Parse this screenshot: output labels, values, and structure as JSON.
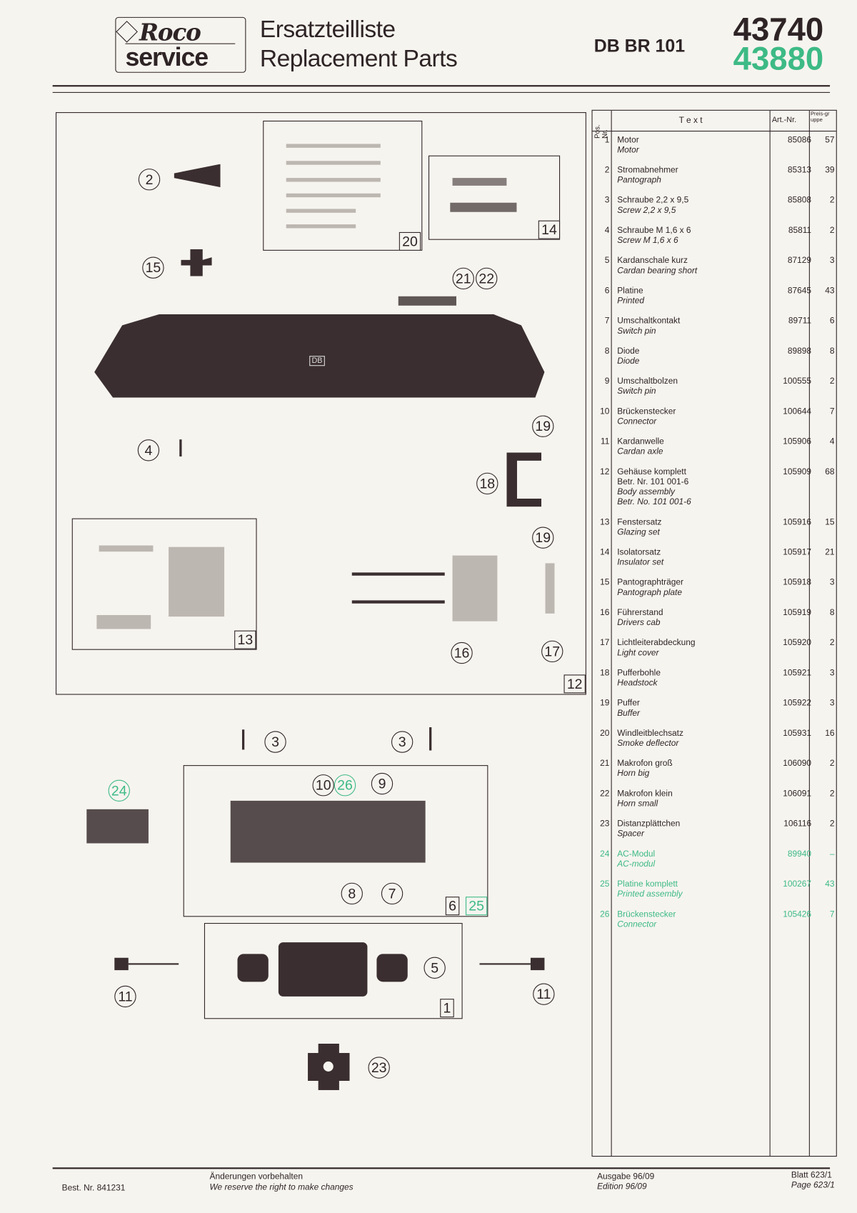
{
  "header": {
    "logo_top": "Roco",
    "logo_bottom": "service",
    "title_de": "Ersatzteilliste",
    "title_en": "Replacement Parts",
    "model": "DB BR 101",
    "article_1": "43740",
    "article_2": "43880"
  },
  "diagram": {
    "box_labels": {
      "b12": "12",
      "b20": "20",
      "b14": "14",
      "b13": "13",
      "b6": "6",
      "b25": "25",
      "b1": "1"
    },
    "callouts": [
      "2",
      "15",
      "21",
      "22",
      "4",
      "19",
      "18",
      "19",
      "16",
      "17",
      "3",
      "3",
      "24",
      "10",
      "26",
      "9",
      "8",
      "7",
      "5",
      "11",
      "11",
      "23"
    ],
    "loco_badge": "DB"
  },
  "table": {
    "headers": {
      "pos": "Pos. Nr.",
      "text": "T e x t",
      "art": "Art.-Nr.",
      "price": "Preis-gruppe"
    },
    "rows": [
      {
        "pos": "1",
        "de": [
          "Motor"
        ],
        "en": [
          "Motor"
        ],
        "art": "85086",
        "price": "57"
      },
      {
        "pos": "2",
        "de": [
          "Stromabnehmer"
        ],
        "en": [
          "Pantograph"
        ],
        "art": "85313",
        "price": "39"
      },
      {
        "pos": "3",
        "de": [
          "Schraube 2,2 x 9,5"
        ],
        "en": [
          "Screw 2,2 x 9,5"
        ],
        "art": "85808",
        "price": "2"
      },
      {
        "pos": "4",
        "de": [
          "Schraube M 1,6 x 6"
        ],
        "en": [
          "Screw M 1,6 x 6"
        ],
        "art": "85811",
        "price": "2"
      },
      {
        "pos": "5",
        "de": [
          "Kardanschale kurz"
        ],
        "en": [
          "Cardan bearing short"
        ],
        "art": "87129",
        "price": "3"
      },
      {
        "pos": "6",
        "de": [
          "Platine"
        ],
        "en": [
          "Printed"
        ],
        "art": "87645",
        "price": "43"
      },
      {
        "pos": "7",
        "de": [
          "Umschaltkontakt"
        ],
        "en": [
          "Switch pin"
        ],
        "art": "89711",
        "price": "6"
      },
      {
        "pos": "8",
        "de": [
          "Diode"
        ],
        "en": [
          "Diode"
        ],
        "art": "89898",
        "price": "8"
      },
      {
        "pos": "9",
        "de": [
          "Umschaltbolzen"
        ],
        "en": [
          "Switch pin"
        ],
        "art": "100555",
        "price": "2"
      },
      {
        "pos": "10",
        "de": [
          "Brückenstecker"
        ],
        "en": [
          "Connector"
        ],
        "art": "100644",
        "price": "7"
      },
      {
        "pos": "11",
        "de": [
          "Kardanwelle"
        ],
        "en": [
          "Cardan axle"
        ],
        "art": "105906",
        "price": "4"
      },
      {
        "pos": "12",
        "de": [
          "Gehäuse komplett",
          "Betr. Nr. 101 001-6"
        ],
        "en": [
          "Body assembly",
          "Betr. No. 101 001-6"
        ],
        "art": "105909",
        "price": "68"
      },
      {
        "pos": "13",
        "de": [
          "Fenstersatz"
        ],
        "en": [
          "Glazing set"
        ],
        "art": "105916",
        "price": "15"
      },
      {
        "pos": "14",
        "de": [
          "Isolatorsatz"
        ],
        "en": [
          "Insulator set"
        ],
        "art": "105917",
        "price": "21"
      },
      {
        "pos": "15",
        "de": [
          "Pantographträger"
        ],
        "en": [
          "Pantograph plate"
        ],
        "art": "105918",
        "price": "3"
      },
      {
        "pos": "16",
        "de": [
          "Führerstand"
        ],
        "en": [
          "Drivers cab"
        ],
        "art": "105919",
        "price": "8"
      },
      {
        "pos": "17",
        "de": [
          "Lichtleiterabdeckung"
        ],
        "en": [
          "Light cover"
        ],
        "art": "105920",
        "price": "2"
      },
      {
        "pos": "18",
        "de": [
          "Pufferbohle"
        ],
        "en": [
          "Headstock"
        ],
        "art": "105921",
        "price": "3"
      },
      {
        "pos": "19",
        "de": [
          "Puffer"
        ],
        "en": [
          "Buffer"
        ],
        "art": "105922",
        "price": "3"
      },
      {
        "pos": "20",
        "de": [
          "Windleitblechsatz"
        ],
        "en": [
          "Smoke deflector"
        ],
        "art": "105931",
        "price": "16"
      },
      {
        "pos": "21",
        "de": [
          "Makrofon groß"
        ],
        "en": [
          "Horn big"
        ],
        "art": "106090",
        "price": "2"
      },
      {
        "pos": "22",
        "de": [
          "Makrofon klein"
        ],
        "en": [
          "Horn small"
        ],
        "art": "106091",
        "price": "2"
      },
      {
        "pos": "23",
        "de": [
          "Distanzplättchen"
        ],
        "en": [
          "Spacer"
        ],
        "art": "106116",
        "price": "2"
      },
      {
        "pos": "24",
        "de": [
          "AC-Modul"
        ],
        "en": [
          "AC-modul"
        ],
        "art": "89940",
        "price": "–",
        "green": true
      },
      {
        "pos": "25",
        "de": [
          "Platine komplett"
        ],
        "en": [
          "Printed assembly"
        ],
        "art": "100267",
        "price": "43",
        "green": true
      },
      {
        "pos": "26",
        "de": [
          "Brückenstecker"
        ],
        "en": [
          "Connector"
        ],
        "art": "105426",
        "price": "7",
        "green": true
      }
    ]
  },
  "footer": {
    "order_no": "Best. Nr. 841231",
    "notice_de": "Änderungen vorbehalten",
    "notice_en": "We reserve the right to make changes",
    "edition_de": "Ausgabe 96/09",
    "edition_en": "Edition 96/09",
    "page_de": "Blatt 623/1",
    "page_en": "Page 623/1"
  },
  "colors": {
    "ink": "#2e2426",
    "green": "#3dba85",
    "paper": "#f6f4ef"
  }
}
